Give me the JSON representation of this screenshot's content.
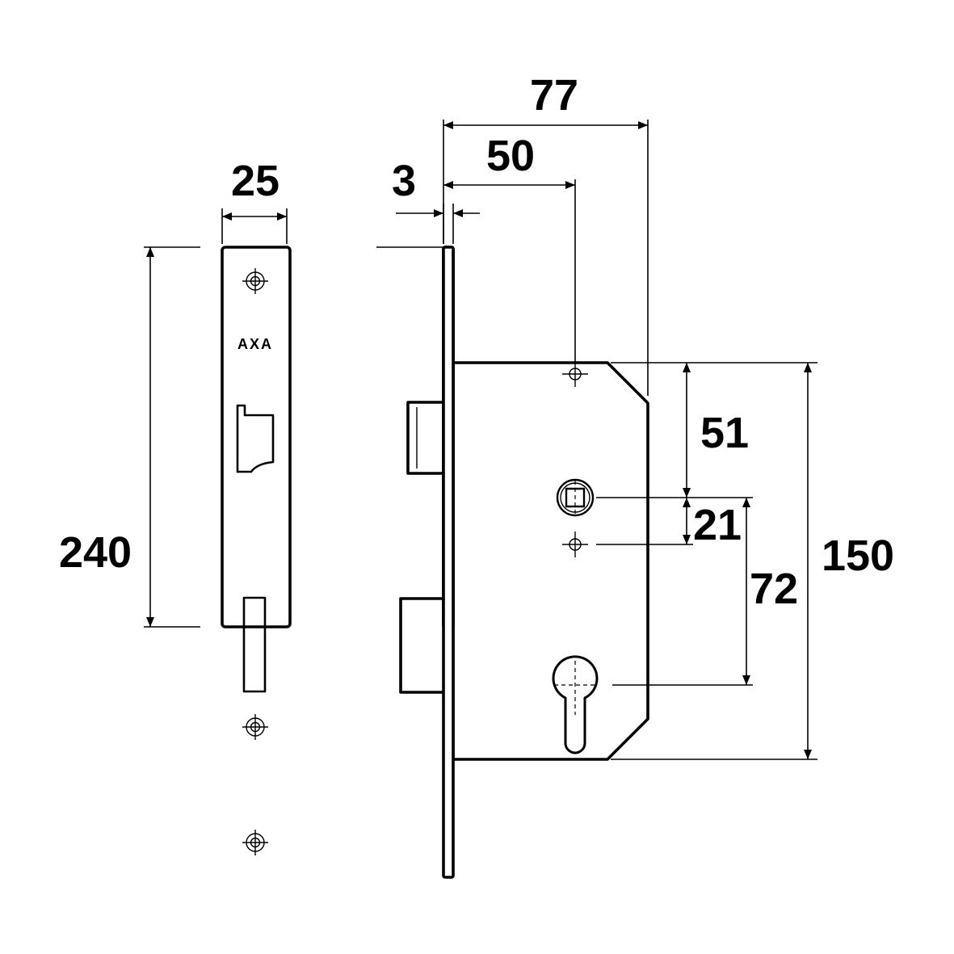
{
  "drawing": {
    "brand": "AXA",
    "dimensions": {
      "forend_width": "25",
      "forend_height": "240",
      "forend_thickness": "3",
      "backset": "50",
      "case_depth": "77",
      "follower_to_top": "51",
      "follower_to_hole": "21",
      "centre_distance": "72",
      "case_height": "150"
    },
    "line_color": "#000000",
    "background_color": "#ffffff"
  }
}
